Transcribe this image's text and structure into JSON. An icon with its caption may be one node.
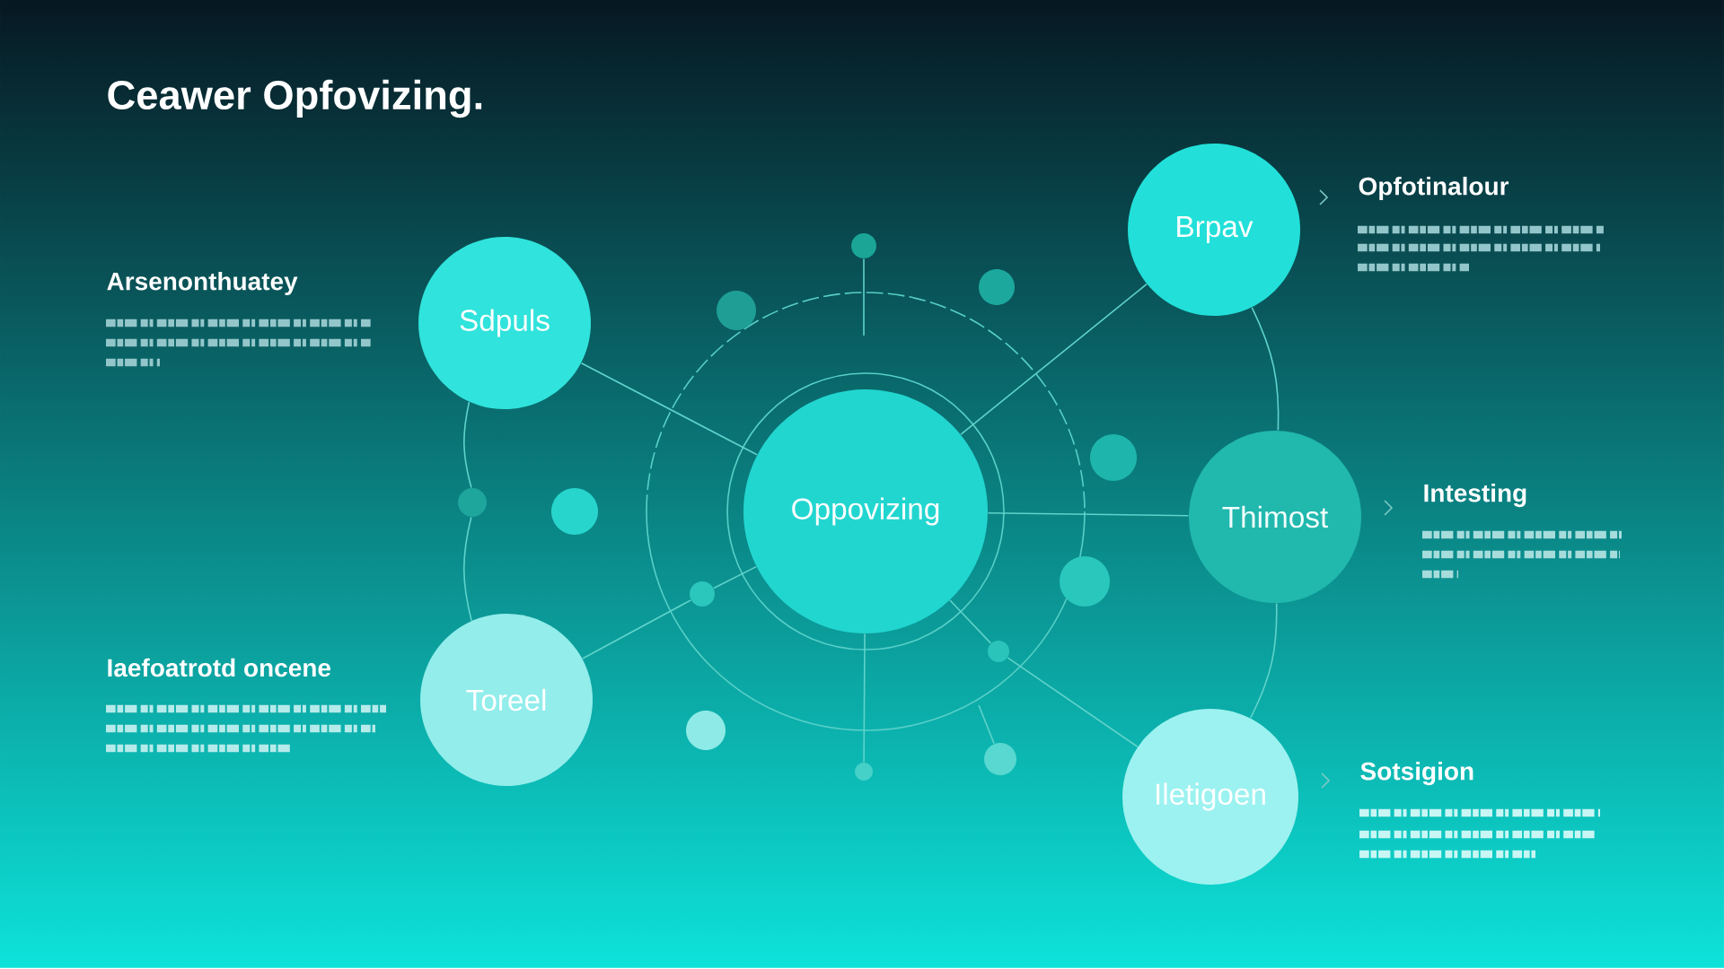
{
  "diagram": {
    "title": "Ceawer Opfovizing.",
    "nodes": [
      {
        "text": [
          "Sdpuls"
        ]
      },
      {
        "text": [
          "Brpav"
        ]
      },
      {
        "text": [
          "Oppovizing"
        ]
      },
      {
        "text": [
          "Thimost"
        ],
        "beside": [
          "Intesting"
        ]
      },
      {
        "text": [
          "Toreel"
        ]
      },
      {
        "text": [
          "Iletigoen"
        ],
        "beside": [
          "Sotsigion"
        ]
      },
      {
        "text": [],
        "shape": "circle"
      },
      {
        "text": [],
        "shape": "circle"
      },
      {
        "text": [],
        "shape": "circle"
      },
      {
        "text": [],
        "shape": "circle"
      },
      {
        "text": [],
        "shape": "circle"
      },
      {
        "text": [],
        "shape": "circle"
      },
      {
        "text": [],
        "shape": "circle"
      },
      {
        "text": [],
        "shape": "circle"
      },
      {
        "text": [],
        "shape": "circle"
      },
      {
        "text": [],
        "shape": "circle"
      },
      {
        "text": [],
        "shape": "circle"
      },
      {
        "text": [],
        "shape": "circle"
      }
    ],
    "edges": [
      {
        "from": 0,
        "to": 2,
        "arrow": "none"
      },
      {
        "from": 1,
        "to": 2,
        "arrow": "none"
      },
      {
        "from": 2,
        "to": 3,
        "arrow": "none"
      },
      {
        "from": 4,
        "to": 7,
        "arrow": "none"
      },
      {
        "from": 7,
        "to": 2,
        "arrow": "none"
      },
      {
        "from": 2,
        "to": 8,
        "arrow": "none"
      },
      {
        "from": 8,
        "to": 5,
        "arrow": "none"
      },
      {
        "from": 0,
        "to": 16,
        "arrow": "none"
      },
      {
        "from": 16,
        "to": 4,
        "arrow": "none"
      },
      {
        "from": 1,
        "to": 3,
        "arrow": "none"
      },
      {
        "from": 3,
        "to": 5,
        "arrow": "none"
      },
      {
        "from": 6,
        "to": null,
        "arrow": "none"
      },
      {
        "from": 9,
        "to": null,
        "arrow": "none"
      },
      {
        "from": 2,
        "to": 10,
        "arrow": "none"
      }
    ],
    "labels": [
      "Opfotinalour",
      "Arsenonthuatey",
      "Iaefoatrotd oncene"
    ]
  }
}
